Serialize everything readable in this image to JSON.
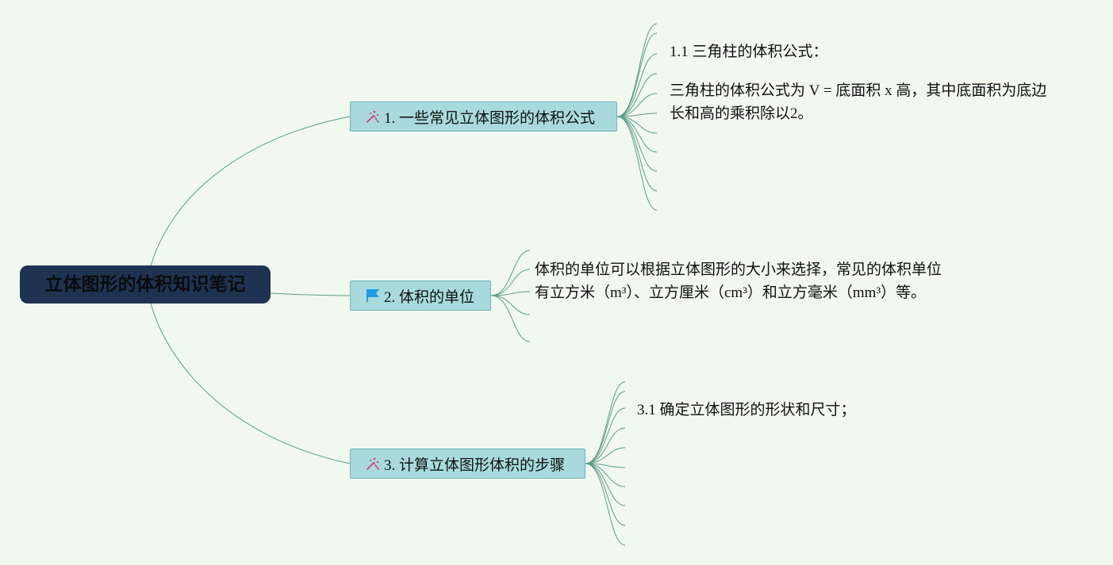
{
  "root": {
    "label": "立体图形的体积知识笔记"
  },
  "branches": [
    {
      "label": "1. 一些常见立体图形的体积公式",
      "icon": "magic-wand-icon",
      "children": [
        "1.1 三角柱的体积公式：",
        "三角柱的体积公式为 V = 底面积 x 高，其中底面积为底边长和高的乘积除以2。"
      ]
    },
    {
      "label": "2. 体积的单位",
      "icon": "flag-icon",
      "children": [
        "体积的单位可以根据立体图形的大小来选择，常见的体积单位有立方米（m³）、立方厘米（cm³）和立方毫米（mm³）等。"
      ]
    },
    {
      "label": "3. 计算立体图形体积的步骤",
      "icon": "magic-wand-icon",
      "children": [
        "3.1 确定立体图形的形状和尺寸；"
      ]
    }
  ],
  "colors": {
    "background": "#f1f9ee",
    "root_fill": "#1e3352",
    "branch_fill": "#a8dadd",
    "branch_border": "#6fb3b6",
    "connector": "#5c9b87",
    "wand_icon": "#d9336e",
    "flag_icon": "#1f9be0"
  }
}
